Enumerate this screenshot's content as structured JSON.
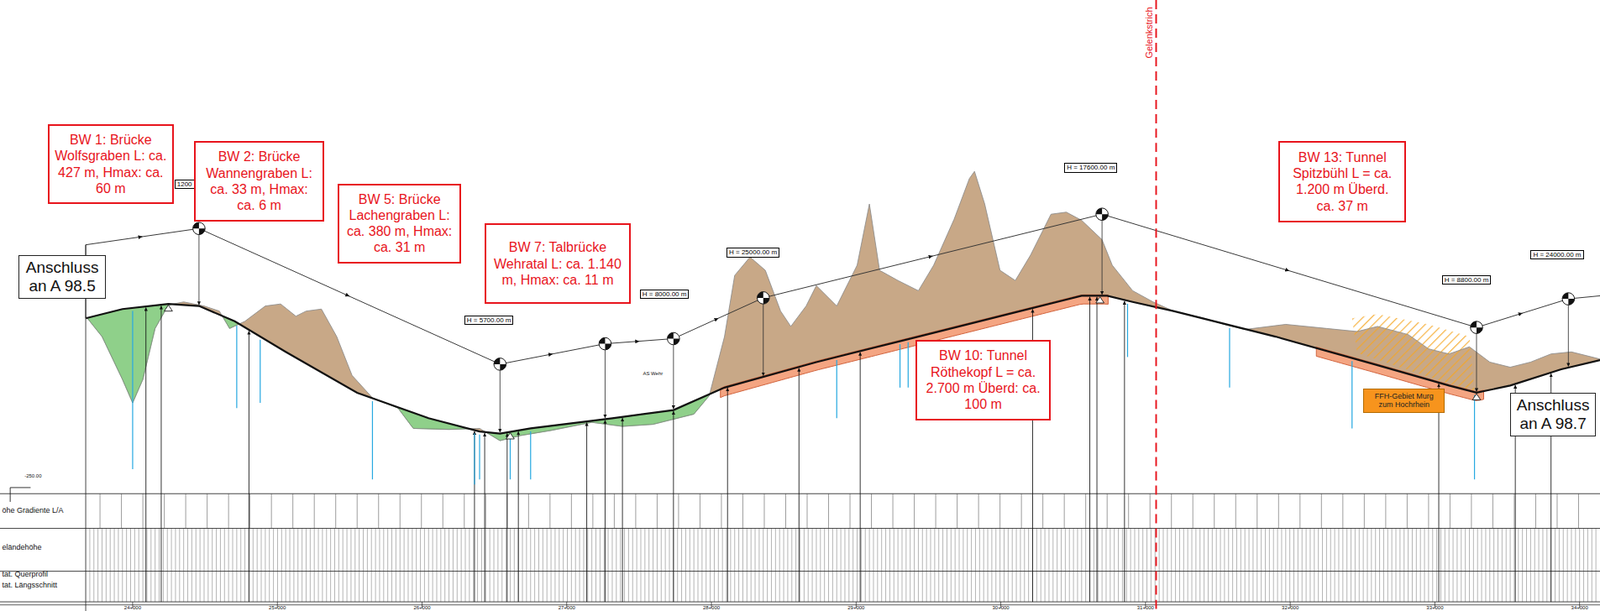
{
  "diagram": {
    "nodes": [
      {
        "text": [
          "BW 1: Brücke Wolfsgraben L: ca. 427 m, Hmax: ca. 60 m"
        ]
      },
      {
        "text": [
          "1200"
        ]
      },
      {
        "text": [
          "BW 2: Brücke Wannengraben L: ca. 33 m, Hmax: ca. 6 m"
        ]
      },
      {
        "text": [
          "BW 5: Brücke Lachengraben L: ca. 380 m, Hmax: ca. 31 m"
        ]
      },
      {
        "text": [
          "BW 7: Talbrücke Wehratal L: ca. 1.140 m, Hmax: ca. 11 m"
        ]
      },
      {
        "text": [
          "Anschluss an A 98.5"
        ]
      },
      {
        "text": [
          "H = 5700.00 m"
        ]
      },
      {
        "text": [
          "H = 8000.00 m"
        ]
      },
      {
        "text": [
          "H = 25000.00 m"
        ]
      },
      {
        "text": [
          "H = 17600.00 m"
        ]
      },
      {
        "text": [
          "BW 10: Tunnel Röthekopf L = ca. 2.700 m Überd: ca. 100 m"
        ]
      },
      {
        "text": [
          "BW 13: Tunnel Spitzbühl L = ca. 1.200 m Überd. ca. 37 m"
        ]
      },
      {
        "text": [
          "H = 8800.00 m"
        ]
      },
      {
        "text": [
          "H = 24000.00 m"
        ]
      },
      {
        "text": [
          "FFH-Gebiet Murg zum Hochrhein"
        ]
      },
      {
        "text": [
          "Anschluss an A 98.7"
        ]
      }
    ],
    "labels": [
      "Gelenkstrich",
      "AS Wehr",
      "-250.00",
      "öhe Gradiente L/A",
      "eländehöhe",
      "tat. Querprofil",
      "tat. Längsschnitt",
      "24+000",
      "25+000",
      "26+000",
      "27+000",
      "28+000",
      "29+000",
      "30+000",
      "31+000",
      "32+000",
      "33+000",
      "34+000"
    ]
  }
}
